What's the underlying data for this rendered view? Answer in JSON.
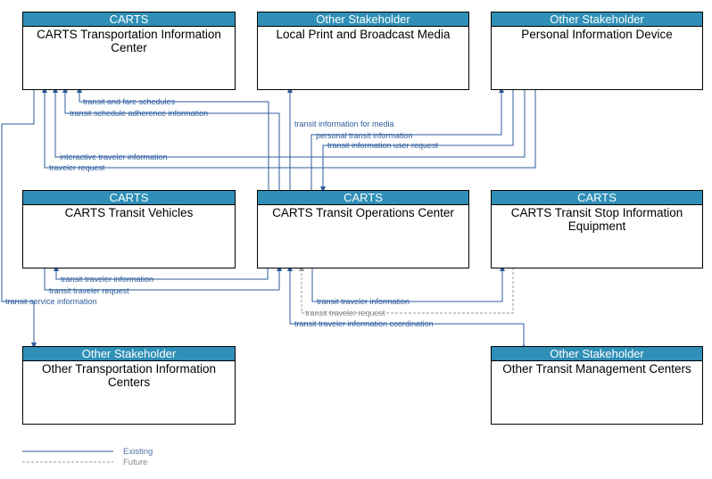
{
  "boxes": [
    {
      "id": "carts-tic",
      "stakeholder": "CARTS",
      "title": "CARTS Transportation Information Center"
    },
    {
      "id": "media",
      "stakeholder": "Other Stakeholder",
      "title": "Local Print and Broadcast Media"
    },
    {
      "id": "pid",
      "stakeholder": "Other Stakeholder",
      "title": "Personal Information Device"
    },
    {
      "id": "vehicles",
      "stakeholder": "CARTS",
      "title": "CARTS Transit Vehicles"
    },
    {
      "id": "toc",
      "stakeholder": "CARTS",
      "title": "CARTS Transit Operations Center"
    },
    {
      "id": "stop",
      "stakeholder": "CARTS",
      "title": "CARTS Transit Stop Information Equipment"
    },
    {
      "id": "otic",
      "stakeholder": "Other Stakeholder",
      "title": "Other Transportation Information Centers"
    },
    {
      "id": "otmc",
      "stakeholder": "Other Stakeholder",
      "title": "Other Transit Management Centers"
    }
  ],
  "flows": [
    {
      "label": "transit and fare schedules",
      "status": "existing"
    },
    {
      "label": "transit schedule adherence information",
      "status": "existing"
    },
    {
      "label": "transit information for media",
      "status": "existing"
    },
    {
      "label": "personal transit information",
      "status": "existing"
    },
    {
      "label": "transit information user request",
      "status": "existing"
    },
    {
      "label": "interactive traveler information",
      "status": "existing"
    },
    {
      "label": "traveler request",
      "status": "existing"
    },
    {
      "label": "transit traveler information",
      "status": "existing"
    },
    {
      "label": "transit traveler request",
      "status": "existing"
    },
    {
      "label": "transit service information",
      "status": "existing"
    },
    {
      "label": "transit traveler information",
      "status": "existing"
    },
    {
      "label": "transit traveler request",
      "status": "future"
    },
    {
      "label": "transit traveler information coordination",
      "status": "existing"
    }
  ],
  "legend": {
    "existing": "Existing",
    "future": "Future"
  },
  "colors": {
    "header": "#2f8fb6",
    "existing_line": "#2d5d9e",
    "future_line": "#9a9a9a",
    "border": "#000000"
  }
}
